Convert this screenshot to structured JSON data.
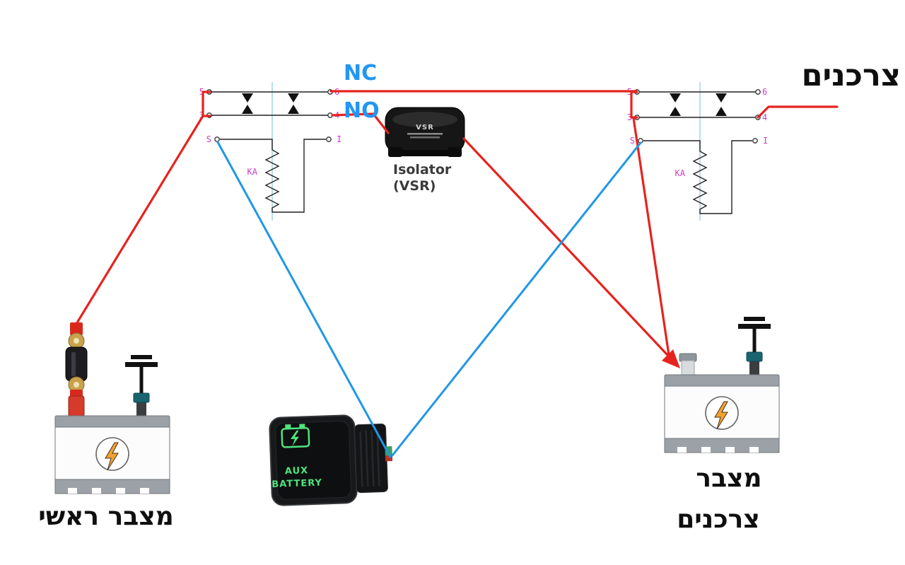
{
  "diagram": {
    "nc_label": "NC",
    "no_label": "NO",
    "consumers_label": "צרכנים"
  },
  "relays": [
    {
      "pin5": "5",
      "pin6": "6",
      "pin3": "3",
      "pin4": "4",
      "pinS": "S",
      "pinI": "I",
      "coil": "KA"
    },
    {
      "pin5": "5",
      "pin6": "6",
      "pin3": "3",
      "pin4": "4",
      "pinS": "S",
      "pinI": "I",
      "coil": "KA"
    }
  ],
  "isolator": {
    "chip_label": "VSR",
    "caption_line1": "Isolator",
    "caption_line2": "(VSR)"
  },
  "switch": {
    "line1": "AUX",
    "line2": "BATTERY"
  },
  "batteries": {
    "main_label": "מצבר ראשי",
    "aux_label_line1": "מצבר",
    "aux_label_line2": "צרכנים"
  },
  "colors": {
    "wire_red": "#e6231e",
    "wire_blue": "#1f97e6",
    "pin_magenta": "#c93ec9",
    "link_cyan": "#a6d9e8",
    "switch_green": "#4ee37e",
    "label_blue": "#2196f3"
  }
}
